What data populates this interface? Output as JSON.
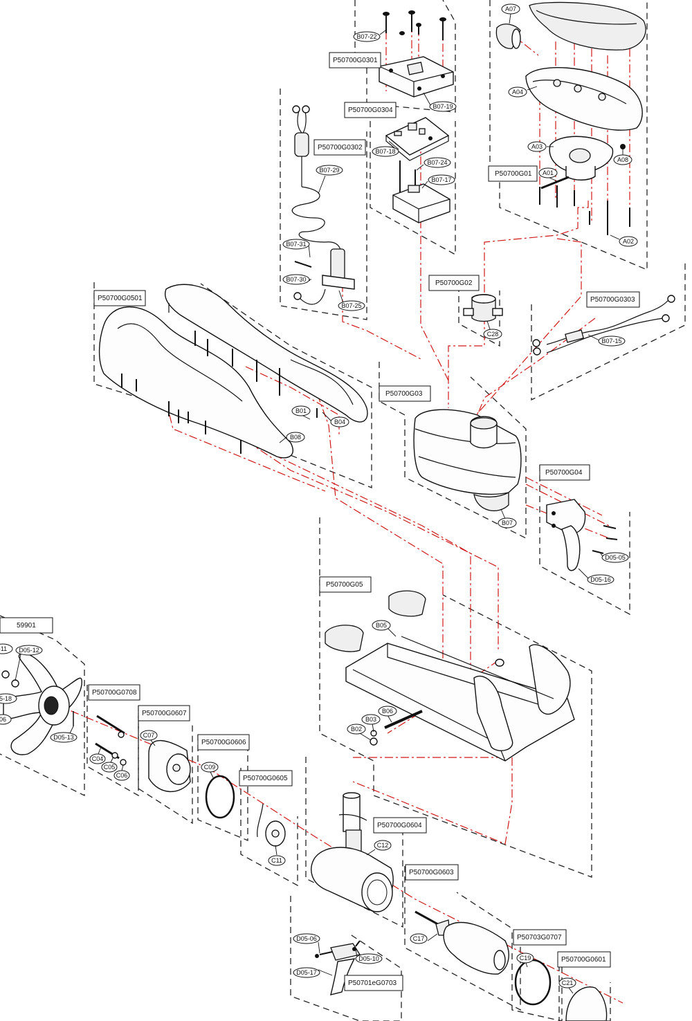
{
  "group_labels": {
    "g0301": "P50700G0301",
    "g0304": "P50700G0304",
    "g0302": "P50700G0302",
    "g01": "P50700G01",
    "g02": "P50700G02",
    "g0303": "P50700G0303",
    "g0501": "P50700G0501",
    "g03": "P50700G03",
    "g04": "P50700G04",
    "g05": "P50700G05",
    "s59901": "59901",
    "g0708": "P50700G0708",
    "g0607": "P50700G0607",
    "g0606": "P50700G0606",
    "g0605": "P50700G0605",
    "g0604": "P50700G0604",
    "g0603": "P50700G0603",
    "g0707": "P50703G0707",
    "g0601": "P50700G0601",
    "g0703": "P50701eG0703"
  },
  "part_callouts": {
    "b07_22": "B07-22",
    "b07_19": "B07-19",
    "a07": "A07",
    "a04": "A04",
    "a03": "A03",
    "a01": "A01",
    "a08": "A08",
    "a02": "A02",
    "b07_18": "B07-18",
    "b07_24": "B07-24",
    "b07_17": "B07-17",
    "b07_29": "B07-29",
    "b07_31": "B07-31",
    "b07_30": "B07-30",
    "b07_25": "B07-25",
    "c28": "C28",
    "b07_15": "B07-15",
    "b01": "B01",
    "b04": "B04",
    "b08": "B08",
    "b07": "B07",
    "d05_05": "D05-05",
    "d05_16": "D05-16",
    "b05": "B05",
    "b06": "B06",
    "b03": "B03",
    "b02": "B02",
    "d05_11": "-11",
    "d05_12": "D05-12",
    "d05_18": "5-18",
    "d05_06l": "06",
    "d05_13": "D05-13",
    "c04": "C04",
    "c05": "C05",
    "c06": "C06",
    "c07": "C07",
    "c09": "C09",
    "c11": "C11",
    "c12": "C12",
    "c17": "C17",
    "c19": "C19",
    "c21": "C21",
    "d05_06": "D05-06",
    "d05_10": "D05-10",
    "d05_17": "D05-17"
  }
}
